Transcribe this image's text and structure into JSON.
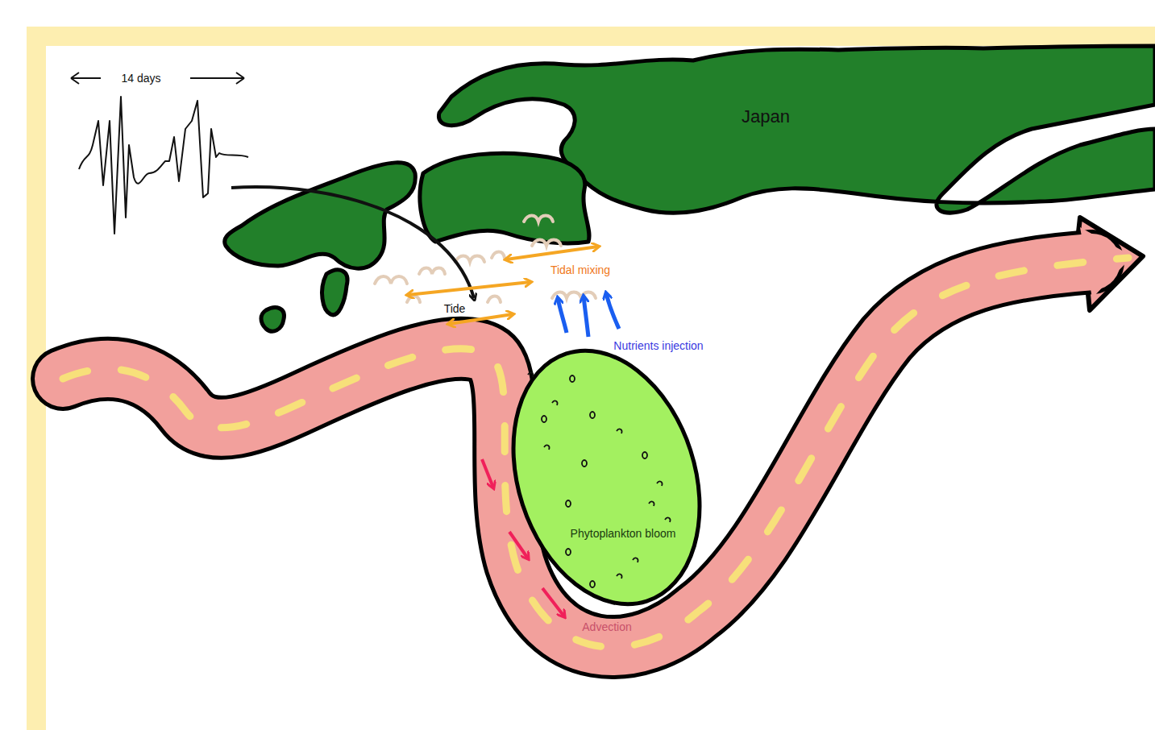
{
  "diagram": {
    "nodes": [
      {
        "text": [
          "Phytoplankton bloom"
        ]
      }
    ],
    "labels": [
      "14 days",
      "Japan",
      "Tidal mixing",
      "Tide",
      "Nutrients injection",
      "Advection"
    ]
  }
}
